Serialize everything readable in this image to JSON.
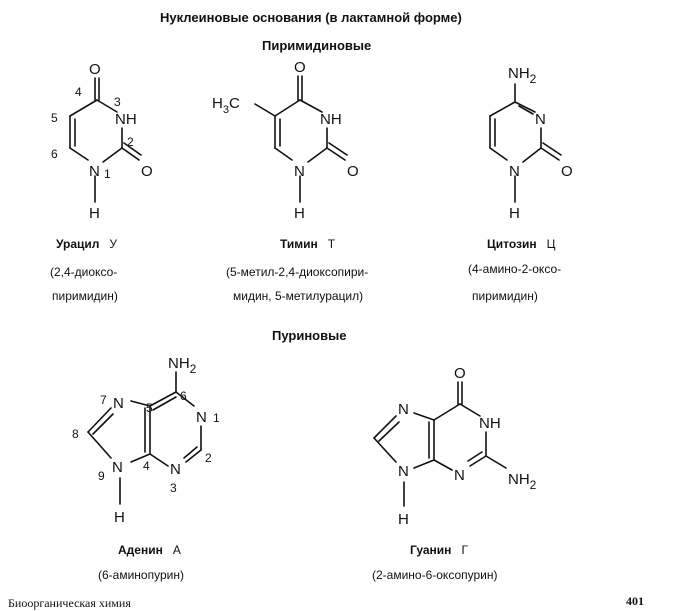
{
  "page": {
    "title": "Нуклеиновые основания (в лактамной форме)",
    "pyrimidine_heading": "Пиримидиновые",
    "purine_heading": "Пуриновые",
    "footer_left": "Биоорганическая химия",
    "page_number": "401"
  },
  "compounds": {
    "uracil": {
      "name": "Урацил",
      "abbr": "У",
      "desc1": "(2,4-диоксо-",
      "desc2": "пиримидин)",
      "atoms": {
        "o4": "O",
        "nh": "NH",
        "o2": "O",
        "n1": "N",
        "h": "H"
      },
      "numbers": {
        "n4": "4",
        "n3": "3",
        "n5": "5",
        "n2": "2",
        "n6": "6",
        "n1": "1"
      }
    },
    "thymine": {
      "name": "Тимин",
      "abbr": "Т",
      "desc1": "(5-метил-2,4-диоксопири-",
      "desc2": "мидин, 5-метилурацил)",
      "atoms": {
        "h3c": "H",
        "h3c_sub": "3",
        "h3c_c": "C",
        "o4": "O",
        "nh": "NH",
        "o2": "O",
        "n1": "N",
        "h": "H"
      }
    },
    "cytosine": {
      "name": "Цитозин",
      "abbr": "Ц",
      "desc1": "(4-амино-2-оксо-",
      "desc2": "пиримидин)",
      "atoms": {
        "nh2": "NH",
        "nh2_sub": "2",
        "n3": "N",
        "o2": "O",
        "n1": "N",
        "h": "H"
      }
    },
    "adenine": {
      "name": "Аденин",
      "abbr": "А",
      "desc1": "(6-аминопурин)",
      "atoms": {
        "nh2": "NH",
        "nh2_sub": "2",
        "n7": "N",
        "n1": "N",
        "n3": "N",
        "n9": "N",
        "h": "H"
      },
      "numbers": {
        "n7": "7",
        "n5": "5",
        "n6": "6",
        "n1": "1",
        "n8": "8",
        "n2": "2",
        "n4": "4",
        "n9": "9",
        "n3": "3"
      }
    },
    "guanine": {
      "name": "Гуанин",
      "abbr": "Г",
      "desc1": "(2-амино-6-оксопурин)",
      "atoms": {
        "o": "O",
        "n7": "N",
        "nh": "NH",
        "n3": "N",
        "n9": "N",
        "nh2": "NH",
        "nh2_sub": "2",
        "h": "H"
      }
    }
  }
}
